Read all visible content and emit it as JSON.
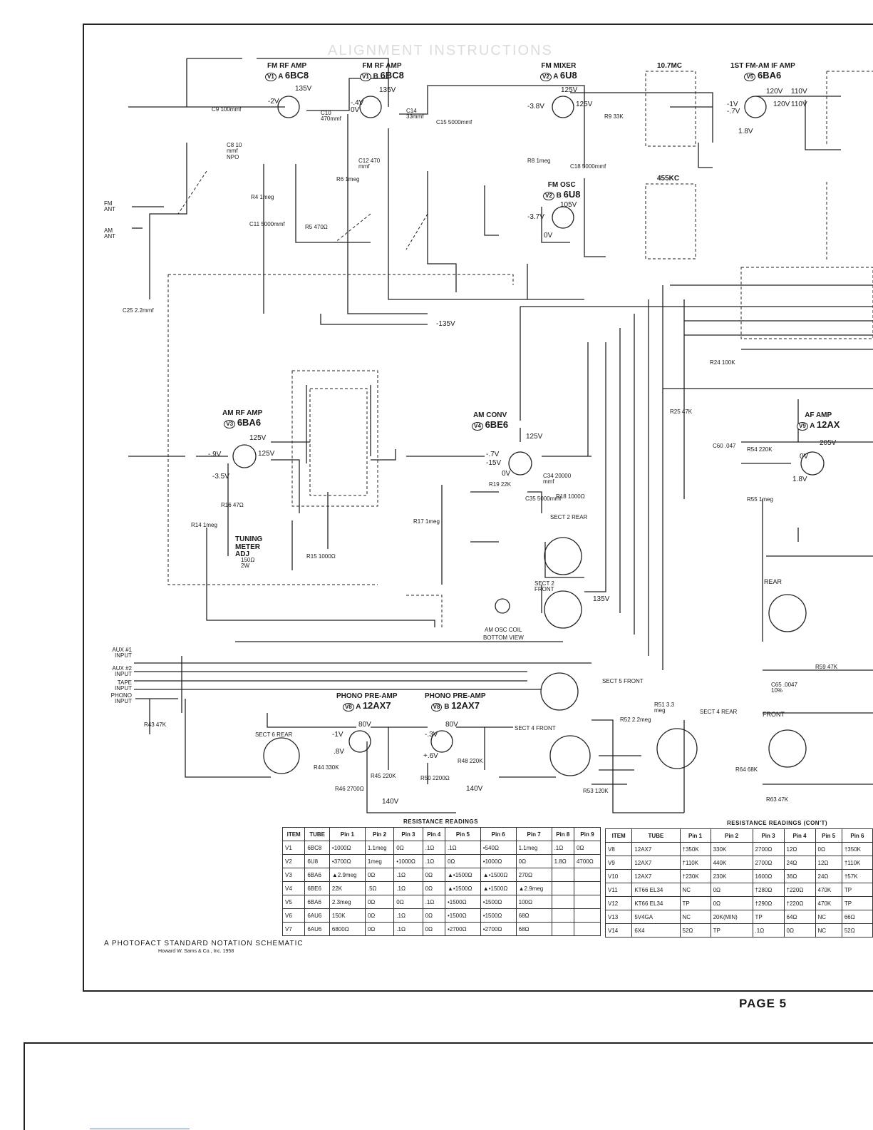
{
  "ghost_heading": "ALIGNMENT INSTRUCTIONS",
  "stages": {
    "fm_rf_amp_1": {
      "name": "FM RF AMP",
      "tube": "6BC8",
      "ref": "V1",
      "sec": "A"
    },
    "fm_rf_amp_2": {
      "name": "FM RF AMP",
      "tube": "6BC8",
      "ref": "V1",
      "sec": "B"
    },
    "fm_mixer": {
      "name": "FM MIXER",
      "tube": "6U8",
      "ref": "V2",
      "sec": "A"
    },
    "fm_osc": {
      "name": "FM OSC",
      "tube": "6U8",
      "ref": "V2",
      "sec": "B"
    },
    "if_amp": {
      "name": "1ST FM-AM IF AMP",
      "tube": "6BA6",
      "ref": "V5"
    },
    "am_rf_amp": {
      "name": "AM RF AMP",
      "tube": "6BA6",
      "ref": "V3"
    },
    "am_conv": {
      "name": "AM CONV",
      "tube": "6BE6",
      "ref": "V4"
    },
    "af_amp": {
      "name": "AF AMP",
      "tube": "12AX",
      "ref": "V9",
      "sec": "A"
    },
    "phono_preamp_1": {
      "name": "PHONO PRE-AMP",
      "tube": "12AX7",
      "ref": "V8",
      "sec": "A"
    },
    "phono_preamp_2": {
      "name": "PHONO PRE-AMP",
      "tube": "12AX7",
      "ref": "V8",
      "sec": "B"
    }
  },
  "if_blocks": {
    "mc": "10.7MC",
    "kc": "455KC"
  },
  "voltages": [
    "135V",
    "-2V",
    "-.4V",
    "0V",
    "135V",
    "-3.8V",
    "125V",
    "125V",
    "-1V",
    "-.7V",
    "120V",
    "110V",
    "120V",
    "110V",
    "1.8V",
    "105V",
    "-3.7V",
    "0V",
    "-135V",
    "125V",
    "-.9V",
    "125V",
    "-3.5V",
    "125V",
    "-.7V",
    "-15V",
    "0V",
    "135V",
    "80V",
    "-1V",
    ".8V",
    "80V",
    "-.3V",
    "+.6V",
    "140V",
    "140V",
    "205V",
    "0V",
    "1.8V"
  ],
  "inputs": {
    "fm_ant": "FM ANT",
    "am_ant": "AM ANT",
    "aux1": "AUX #1 INPUT",
    "aux2": "AUX #2 INPUT",
    "tape": "TAPE INPUT",
    "phono": "PHONO INPUT"
  },
  "annotations": {
    "tuning": "TUNING METER ADJ",
    "tuning_val": "150Ω 2W",
    "am_osc_coil": "AM OSC COIL",
    "bottom_view": "BOTTOM VIEW",
    "sect2_rear": "SECT 2 REAR",
    "sect2_front": "SECT 2 FRONT",
    "sect5_front": "SECT 5 FRONT",
    "sect4_rear": "SECT 4 REAR",
    "sect4_front": "SECT 4 FRONT",
    "sect6_rear": "SECT 6 REAR",
    "rear": "REAR",
    "front": "FRONT"
  },
  "components": [
    "C9 100mmf",
    "C10 470mmf",
    "C14 33mmf",
    "C15 5000mmf",
    "C8 10 mmf NPO",
    "R4 1meg",
    "C11 5000mmf",
    "R5 470Ω",
    "R6 1meg",
    "C12 470 mmf",
    "R8 1meg",
    "R9 33K",
    "C18 5000mmf",
    "C25 2.2mmf",
    "R14 1meg",
    "R16 47Ω",
    "R15 1000Ω",
    "R17 1meg",
    "R19 22K",
    "C35 5000mmf",
    "R18 1000Ω",
    "C34 20000 mmf",
    "R24 100K",
    "R25 47K",
    "C60 .047",
    "R54 220K",
    "R55 1meg",
    "R43 47K",
    "R44 330K",
    "R46 2700Ω",
    "R45 220K",
    "R48 220K",
    "R50 2200Ω",
    "R53 120K",
    "R52 2.2meg",
    "R51 3.3 meg",
    "R64 68K",
    "R63 47K",
    "R59 47K",
    "C65 .0047 10%"
  ],
  "table_left": {
    "title": "RESISTANCE READINGS",
    "headers": [
      "ITEM",
      "TUBE",
      "Pin 1",
      "Pin 2",
      "Pin 3",
      "Pin 4",
      "Pin 5",
      "Pin 6",
      "Pin 7",
      "Pin 8",
      "Pin 9"
    ],
    "rows": [
      [
        "V1",
        "6BC8",
        "•1000Ω",
        "1.1meg",
        "0Ω",
        ".1Ω",
        ".1Ω",
        "•540Ω",
        "1.1meg",
        ".1Ω",
        "0Ω"
      ],
      [
        "V2",
        "6U8",
        "•3700Ω",
        "1meg",
        "•1000Ω",
        ".1Ω",
        "0Ω",
        "•1000Ω",
        "0Ω",
        "1.8Ω",
        "4700Ω"
      ],
      [
        "V3",
        "6BA6",
        "▲2.9meg",
        "0Ω",
        ".1Ω",
        "0Ω",
        "▲•1500Ω",
        "▲•1500Ω",
        "270Ω",
        "",
        ""
      ],
      [
        "V4",
        "6BE6",
        "22K",
        ".5Ω",
        ".1Ω",
        "0Ω",
        "▲•1500Ω",
        "▲•1500Ω",
        "▲2.9meg",
        "",
        ""
      ],
      [
        "V5",
        "6BA6",
        "2.3meg",
        "0Ω",
        "0Ω",
        ".1Ω",
        "•1500Ω",
        "•1500Ω",
        "100Ω",
        "",
        ""
      ],
      [
        "V6",
        "6AU6",
        "150K",
        "0Ω",
        ".1Ω",
        "0Ω",
        "•1500Ω",
        "•1500Ω",
        "68Ω",
        "",
        ""
      ],
      [
        "V7",
        "6AU6",
        "6800Ω",
        "0Ω",
        ".1Ω",
        "0Ω",
        "•2700Ω",
        "•2700Ω",
        "68Ω",
        "",
        ""
      ]
    ]
  },
  "table_right": {
    "title": "RESISTANCE READINGS (CON'T)",
    "headers": [
      "ITEM",
      "TUBE",
      "Pin 1",
      "Pin 2",
      "Pin 3",
      "Pin 4",
      "Pin 5",
      "Pin 6"
    ],
    "rows": [
      [
        "V8",
        "12AX7",
        "†350K",
        "330K",
        "2700Ω",
        "12Ω",
        "0Ω",
        "†350K"
      ],
      [
        "V9",
        "12AX7",
        "†110K",
        "440K",
        "2700Ω",
        "24Ω",
        "12Ω",
        "†110K"
      ],
      [
        "V10",
        "12AX7",
        "†230K",
        "230K",
        "1600Ω",
        "36Ω",
        "24Ω",
        "†57K"
      ],
      [
        "V11",
        "KT66 EL34",
        "NC",
        "0Ω",
        "†280Ω",
        "†220Ω",
        "470K",
        "TP"
      ],
      [
        "V12",
        "KT66 EL34",
        "TP",
        "0Ω",
        "†290Ω",
        "†220Ω",
        "470K",
        "TP"
      ],
      [
        "V13",
        "5V4GA",
        "NC",
        "20K(MIN)",
        "TP",
        "64Ω",
        "NC",
        "66Ω"
      ],
      [
        "V14",
        "6X4",
        "52Ω",
        "TP",
        ".1Ω",
        "0Ω",
        "NC",
        "52Ω"
      ]
    ]
  },
  "credit": "A PHOTOFACT STANDARD NOTATION SCHEMATIC",
  "credit_sub": "Howard W. Sams & Co., Inc. 1958",
  "page_label": "PAGE 5"
}
